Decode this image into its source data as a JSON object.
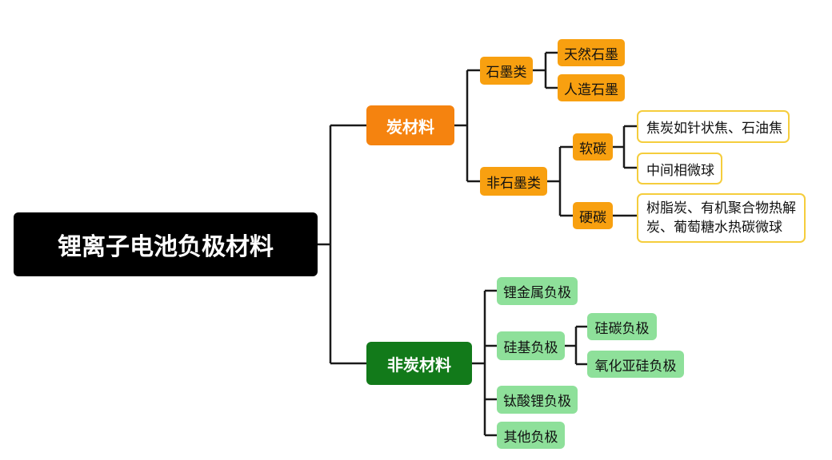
{
  "root": {
    "label": "锂离子电池负极材料"
  },
  "carbon": {
    "label": "炭材料",
    "graphite": {
      "label": "石墨类",
      "children": [
        "天然石墨",
        "人造石墨"
      ]
    },
    "non_graphite": {
      "label": "非石墨类",
      "soft": {
        "label": "软碳",
        "children": [
          "焦炭如针状焦、石油焦",
          "中间相微球"
        ]
      },
      "hard": {
        "label": "硬碳",
        "children": [
          "树脂炭、有机聚合物热解",
          "炭、葡萄糖水热碳微球"
        ]
      }
    }
  },
  "non_carbon": {
    "label": "非炭材料",
    "lithium_metal": "锂金属负极",
    "silicon": {
      "label": "硅基负极",
      "children": [
        "硅碳负极",
        "氧化亚硅负极"
      ]
    },
    "titanate": "钛酸锂负极",
    "other": "其他负极"
  },
  "colors": {
    "orange": "#f5830f",
    "light_orange": "#f8a010",
    "green": "#127a1a",
    "light_green": "#8ee09a",
    "outline": "#f5cd3c"
  }
}
